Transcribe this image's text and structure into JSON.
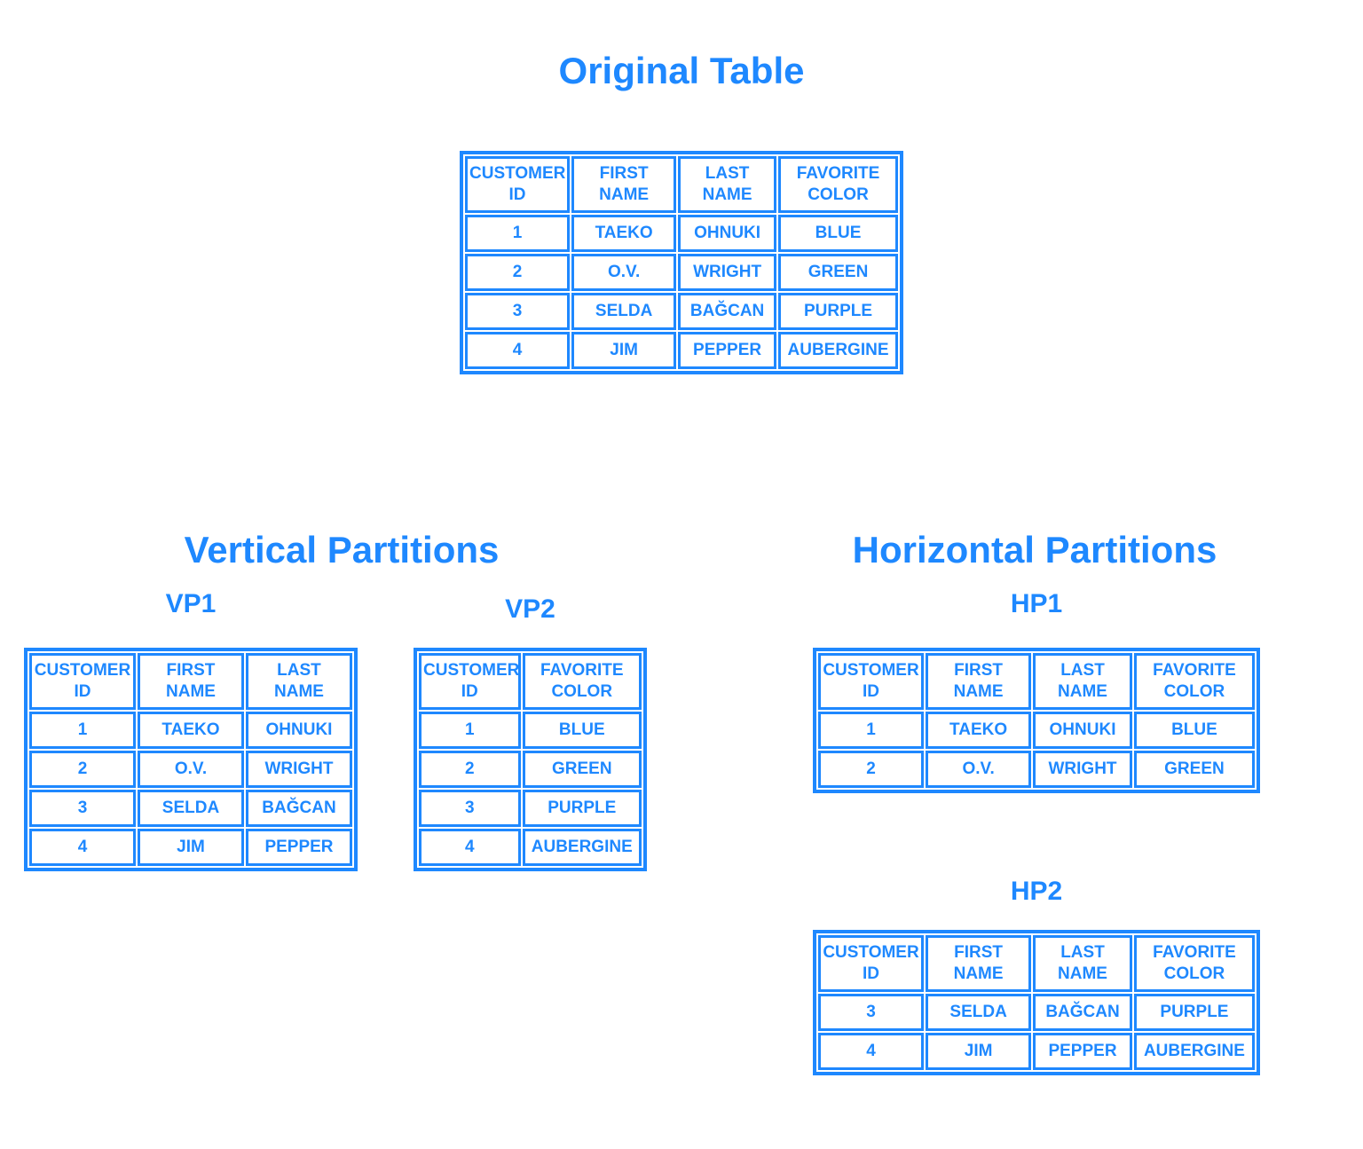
{
  "colors": {
    "accent": "#1e88ff",
    "background": "#ffffff"
  },
  "sections": {
    "original": {
      "title": "Original Table",
      "table": {
        "headers": [
          "CUSTOMER ID",
          "FIRST NAME",
          "LAST NAME",
          "FAVORITE COLOR"
        ],
        "rows": [
          [
            "1",
            "TAEKO",
            "OHNUKI",
            "BLUE"
          ],
          [
            "2",
            "O.V.",
            "WRIGHT",
            "GREEN"
          ],
          [
            "3",
            "SELDA",
            "BAĞCAN",
            "PURPLE"
          ],
          [
            "4",
            "JIM",
            "PEPPER",
            "AUBERGINE"
          ]
        ]
      }
    },
    "vertical": {
      "title": "Vertical Partitions",
      "partitions": [
        {
          "label": "VP1",
          "table": {
            "headers": [
              "CUSTOMER ID",
              "FIRST NAME",
              "LAST NAME"
            ],
            "rows": [
              [
                "1",
                "TAEKO",
                "OHNUKI"
              ],
              [
                "2",
                "O.V.",
                "WRIGHT"
              ],
              [
                "3",
                "SELDA",
                "BAĞCAN"
              ],
              [
                "4",
                "JIM",
                "PEPPER"
              ]
            ]
          }
        },
        {
          "label": "VP2",
          "table": {
            "headers": [
              "CUSTOMER ID",
              "FAVORITE COLOR"
            ],
            "rows": [
              [
                "1",
                "BLUE"
              ],
              [
                "2",
                "GREEN"
              ],
              [
                "3",
                "PURPLE"
              ],
              [
                "4",
                "AUBERGINE"
              ]
            ]
          }
        }
      ]
    },
    "horizontal": {
      "title": "Horizontal Partitions",
      "partitions": [
        {
          "label": "HP1",
          "table": {
            "headers": [
              "CUSTOMER ID",
              "FIRST NAME",
              "LAST NAME",
              "FAVORITE COLOR"
            ],
            "rows": [
              [
                "1",
                "TAEKO",
                "OHNUKI",
                "BLUE"
              ],
              [
                "2",
                "O.V.",
                "WRIGHT",
                "GREEN"
              ]
            ]
          }
        },
        {
          "label": "HP2",
          "table": {
            "headers": [
              "CUSTOMER ID",
              "FIRST NAME",
              "LAST NAME",
              "FAVORITE COLOR"
            ],
            "rows": [
              [
                "3",
                "SELDA",
                "BAĞCAN",
                "PURPLE"
              ],
              [
                "4",
                "JIM",
                "PEPPER",
                "AUBERGINE"
              ]
            ]
          }
        }
      ]
    }
  }
}
